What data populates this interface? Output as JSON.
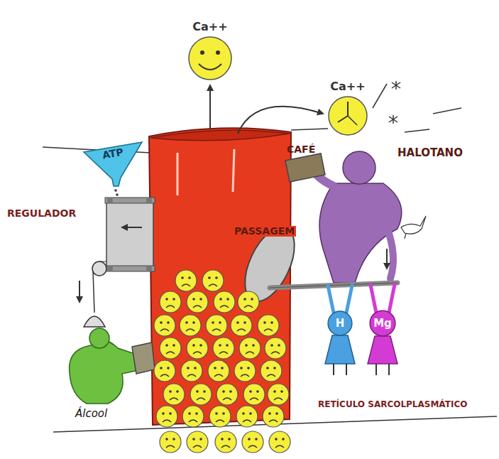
{
  "diagram": {
    "nodes": [
      {
        "text": [
          "Ca++"
        ]
      },
      {
        "text": [
          "Ca++"
        ]
      },
      {
        "text": [
          "ATP"
        ]
      },
      {
        "text": [
          "H"
        ]
      },
      {
        "text": [
          "Mg"
        ]
      }
    ],
    "labels": [
      "CAFÉ",
      "HALOTANO",
      "REGULADOR",
      "PASSAGEM",
      "Álcool",
      "RETÍCULO SARCOLPLASMÁTICO"
    ]
  }
}
